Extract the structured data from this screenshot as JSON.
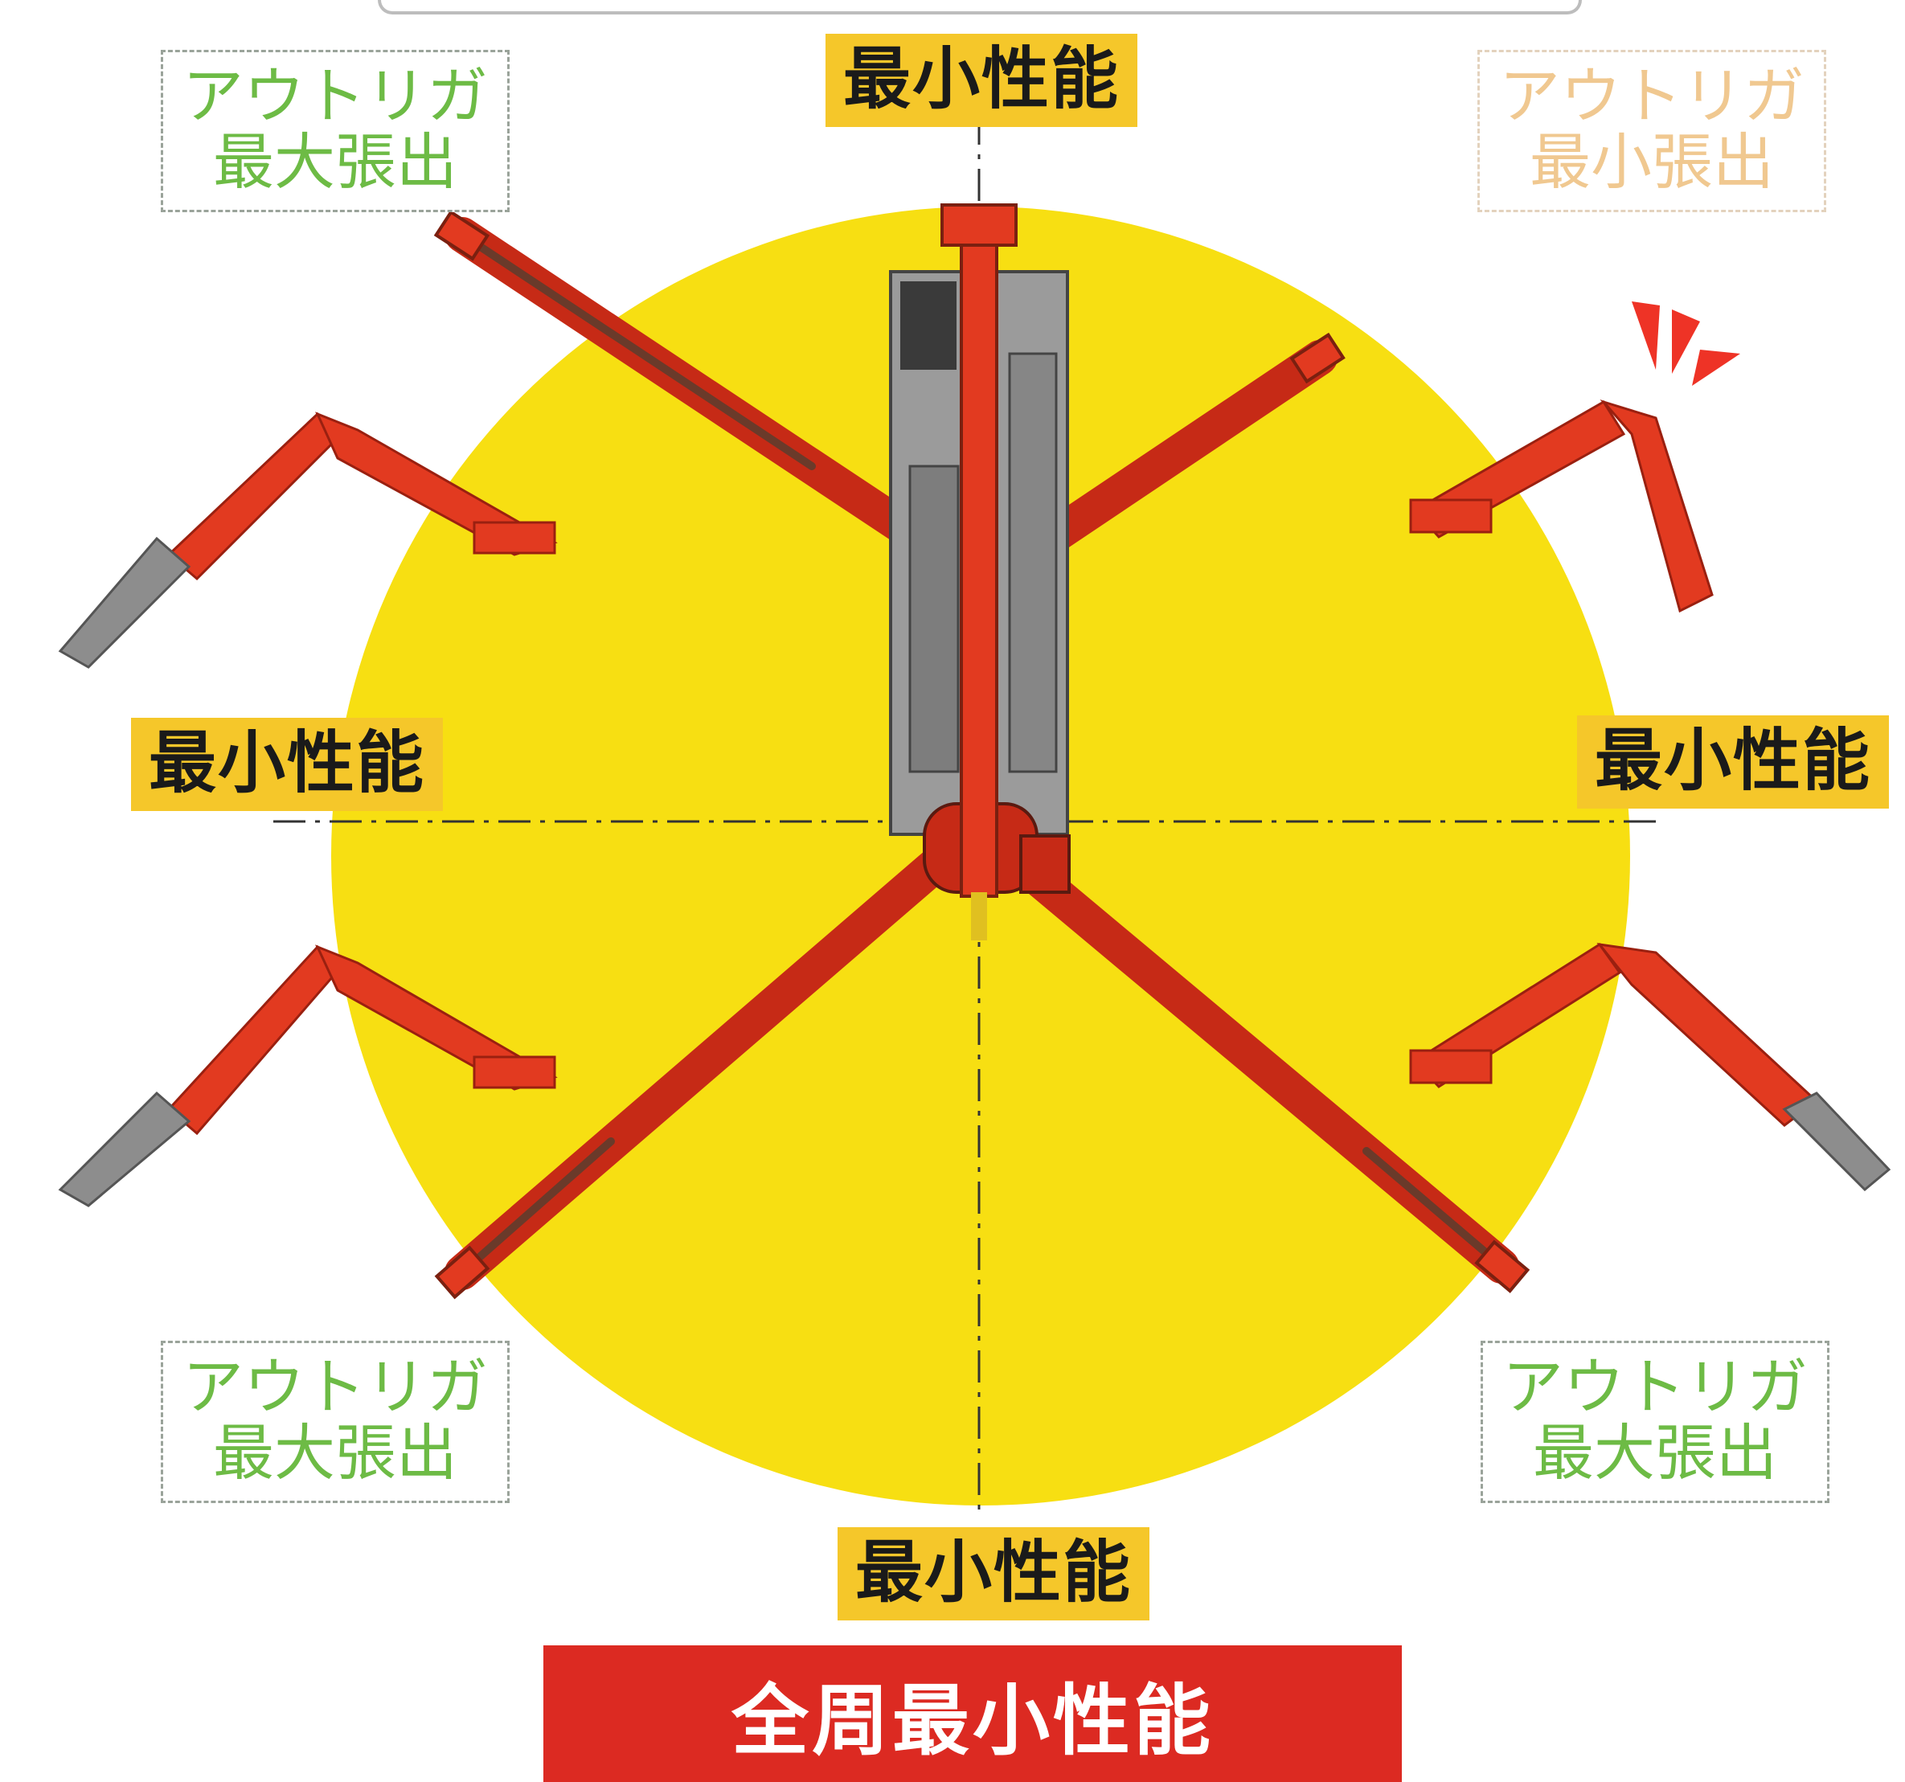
{
  "labels": {
    "min_performance": "最小性能",
    "outrigger_max": "アウトリガ\n最大張出",
    "outrigger_min": "アウトリガ\n最小張出",
    "all_round_min": "全周最小性能"
  },
  "colors": {
    "circle": "#f7df12",
    "boom_red": "#e23a20",
    "body_gray": "#9b9b9b",
    "label_bg": "#f5c72a",
    "banner_red": "#dc2a22",
    "outrigger_text_max": "#6dbb45",
    "outrigger_text_min": "#f0c890"
  }
}
